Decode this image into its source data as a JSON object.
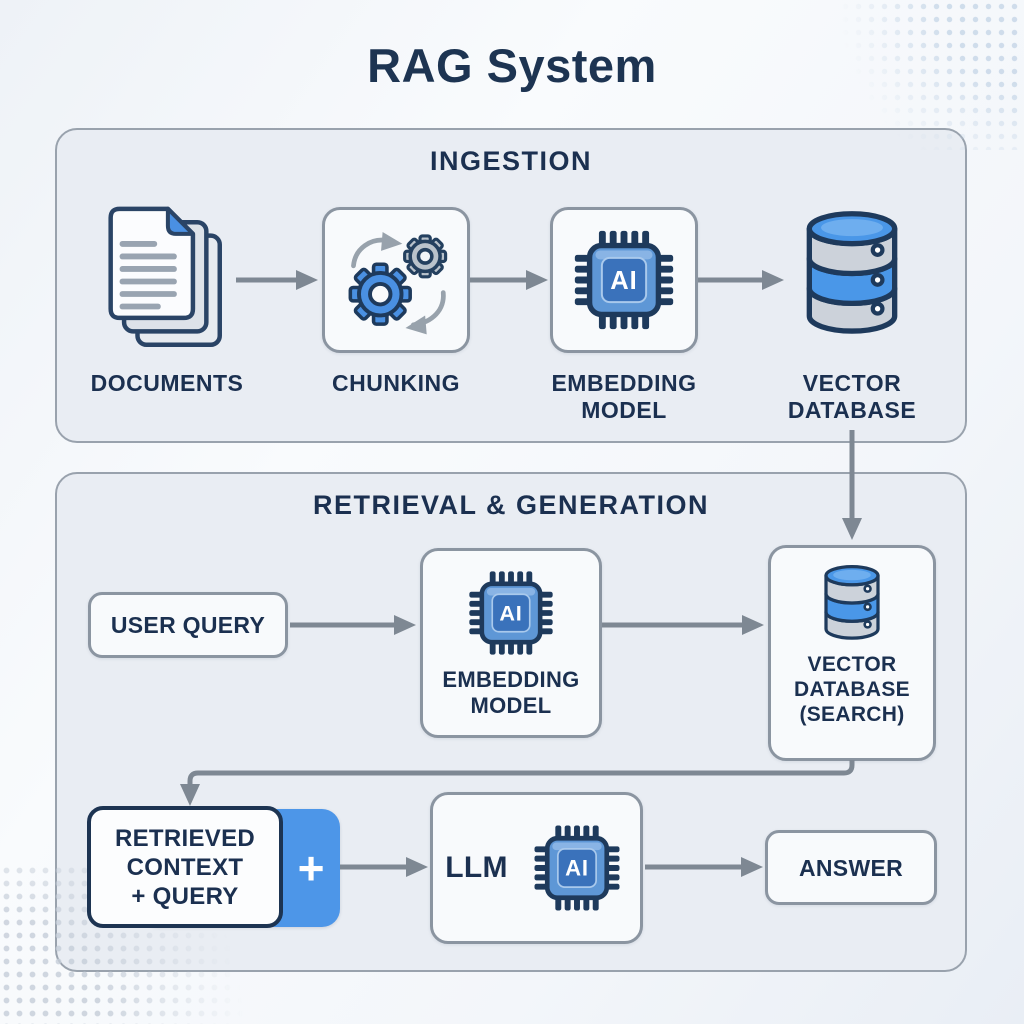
{
  "title": "RAG System",
  "colors": {
    "accent_blue": "#4a90e2",
    "navy_text": "#1d3452",
    "arrow_gray": "#7e8893",
    "panel_bg": "#e9edf3",
    "box_bg": "#f8fafc"
  },
  "icons": {
    "chip_text": "AI"
  },
  "ingestion": {
    "header": "INGESTION",
    "documents_label": "DOCUMENTS",
    "chunking_label": "CHUNKING",
    "embedding_label_line1": "EMBEDDING",
    "embedding_label_line2": "MODEL",
    "vector_db_label_line1": "VECTOR",
    "vector_db_label_line2": "DATABASE"
  },
  "retrieval": {
    "header": "RETRIEVAL & GENERATION",
    "user_query_label": "USER QUERY",
    "embedding_label_line1": "EMBEDDING",
    "embedding_label_line2": "MODEL",
    "vector_db_label_line1": "VECTOR",
    "vector_db_label_line2": "DATABASE",
    "vector_db_label_line3": "(SEARCH)",
    "context_label_line1": "RETRIEVED",
    "context_label_line2": "CONTEXT",
    "context_label_line3": "+ QUERY",
    "plus_sign": "+",
    "llm_label": "LLM",
    "answer_label": "ANSWER"
  }
}
